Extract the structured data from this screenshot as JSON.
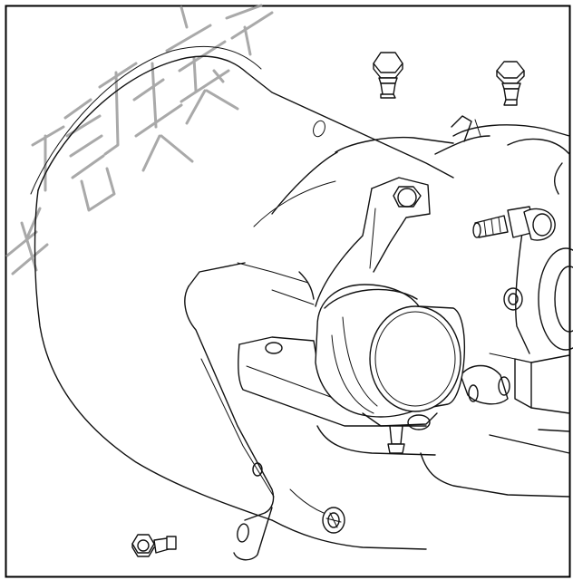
{
  "diagram": {
    "watermark_text": "数信搜索上",
    "watermark_color": "#9a9a9a",
    "border_color": "#000000",
    "line_color": "#111111",
    "parts": [
      "dust-shield",
      "mounting-bracket",
      "caliper-body",
      "caliper-piston-housing",
      "bleeder-nipple",
      "guide-pin-bolts",
      "shield-mounting-bolt"
    ]
  }
}
